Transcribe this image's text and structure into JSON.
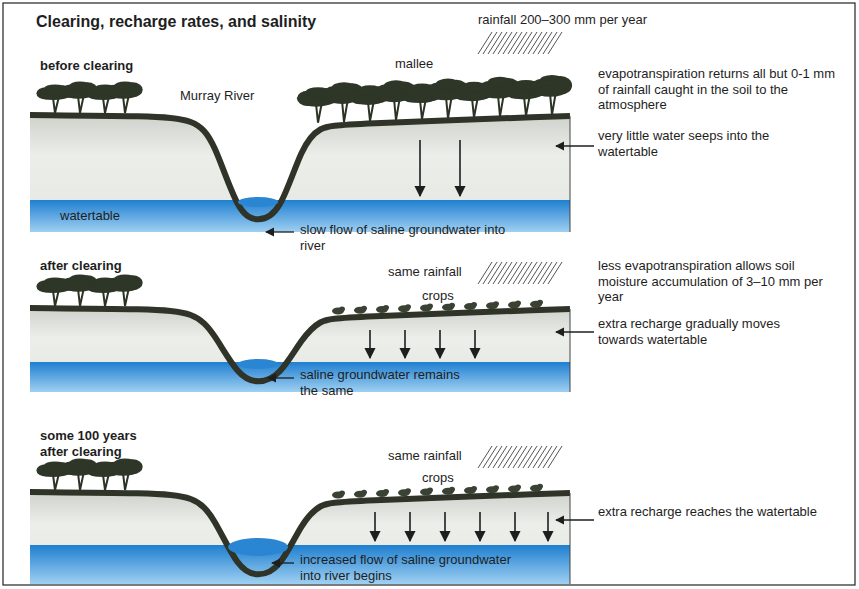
{
  "diagram": {
    "title": "Clearing, recharge rates, and salinity",
    "labels": [
      "rainfall 200–300 mm per year",
      "before clearing",
      "mallee",
      "Murray River",
      "evapotranspiration returns all but 0-1 mm of rainfall caught in the soil to the atmosphere",
      "very little water seeps into the watertable",
      "watertable",
      "slow flow of saline groundwater into river",
      "after clearing",
      "same rainfall",
      "crops",
      "less evapotranspiration allows soil moisture accumulation of 3–10 mm per year",
      "extra recharge gradually moves towards watertable",
      "saline groundwater remains the same",
      "some 100 years after clearing",
      "same rainfall",
      "crops",
      "extra recharge reaches the watertable",
      "increased flow of saline groundwater into river begins"
    ]
  }
}
